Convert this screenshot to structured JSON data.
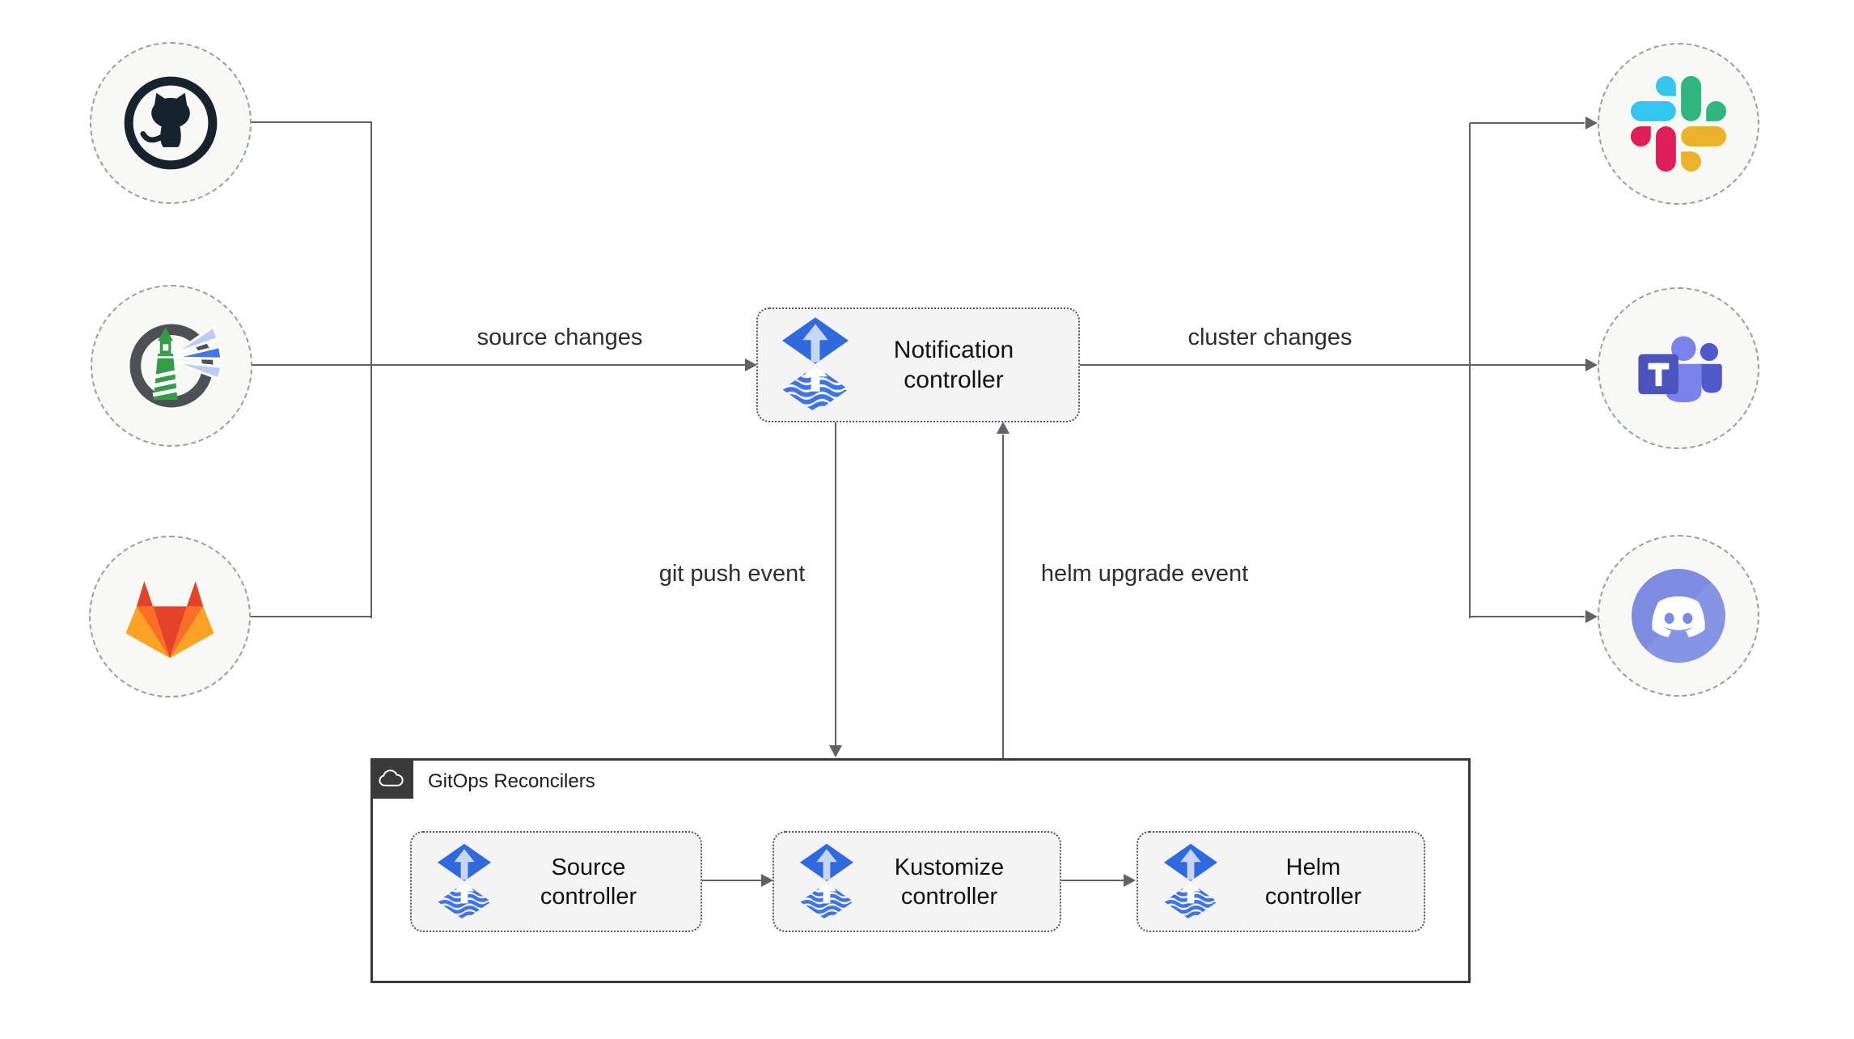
{
  "diagram": {
    "left_icons": [
      "github",
      "harbor",
      "gitlab"
    ],
    "right_icons": [
      "slack",
      "microsoft-teams",
      "discord"
    ],
    "controllers": {
      "notification": {
        "lines": [
          "Notification",
          "controller"
        ]
      },
      "source": {
        "lines": [
          "Source",
          "controller"
        ]
      },
      "kustomize": {
        "lines": [
          "Kustomize",
          "controller"
        ]
      },
      "helm": {
        "lines": [
          "Helm",
          "controller"
        ]
      }
    },
    "group": {
      "label": "GitOps Reconcilers",
      "icon": "cloud-icon"
    },
    "edges": {
      "source_changes": "source changes",
      "cluster_changes": "cluster changes",
      "git_push": "git push event",
      "helm_upgrade": "helm upgrade event"
    },
    "colors": {
      "flux_blue": "#2e6ade",
      "flux_waves_blue": "#3e74e6",
      "line_gray": "#5f6368",
      "node_fill": "#f8f8f5",
      "box_fill": "#f4f4f4",
      "group_border": "#3a3a3a",
      "github": "#16222e",
      "harbor_green": "#339c46",
      "gitlab": [
        "#e24329",
        "#fc6d26",
        "#fca326"
      ],
      "slack": [
        "#36c5f0",
        "#2eb67d",
        "#ecb22e",
        "#e01e5a"
      ],
      "teams": [
        "#4b53bc",
        "#7b83eb",
        "#5059c9"
      ],
      "discord": "#7d8ce2"
    }
  }
}
